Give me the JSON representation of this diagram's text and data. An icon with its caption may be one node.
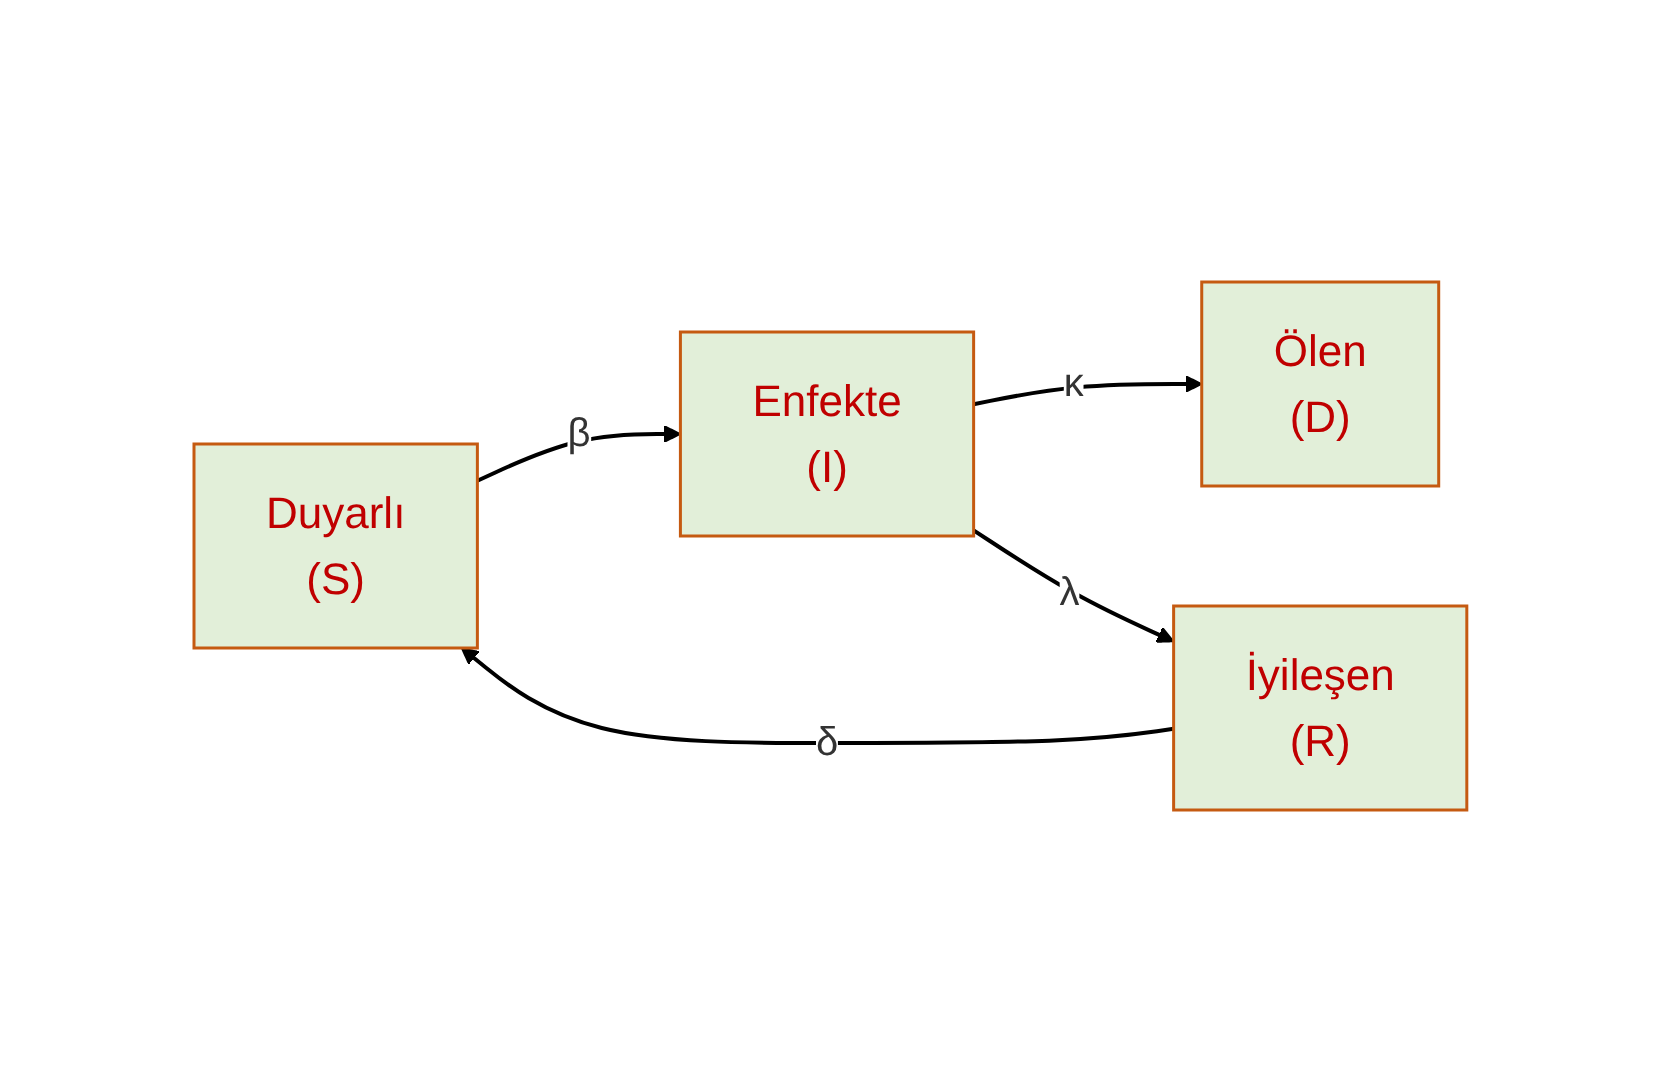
{
  "diagram": {
    "nodes": [
      {
        "text": [
          "Duyarlı",
          "(S)"
        ]
      },
      {
        "text": [
          "Enfekte",
          "(I)"
        ]
      },
      {
        "text": [
          "Ölen",
          "(D)"
        ]
      },
      {
        "text": [
          "İyileşen",
          "(R)"
        ]
      }
    ],
    "edges": [
      {
        "from": 0,
        "to": 1,
        "arrow": "to",
        "label": "β"
      },
      {
        "from": 1,
        "to": 2,
        "arrow": "to",
        "label": "κ"
      },
      {
        "from": 1,
        "to": 3,
        "arrow": "to",
        "label": "λ"
      },
      {
        "from": 3,
        "to": 0,
        "arrow": "to",
        "label": "δ"
      }
    ]
  }
}
